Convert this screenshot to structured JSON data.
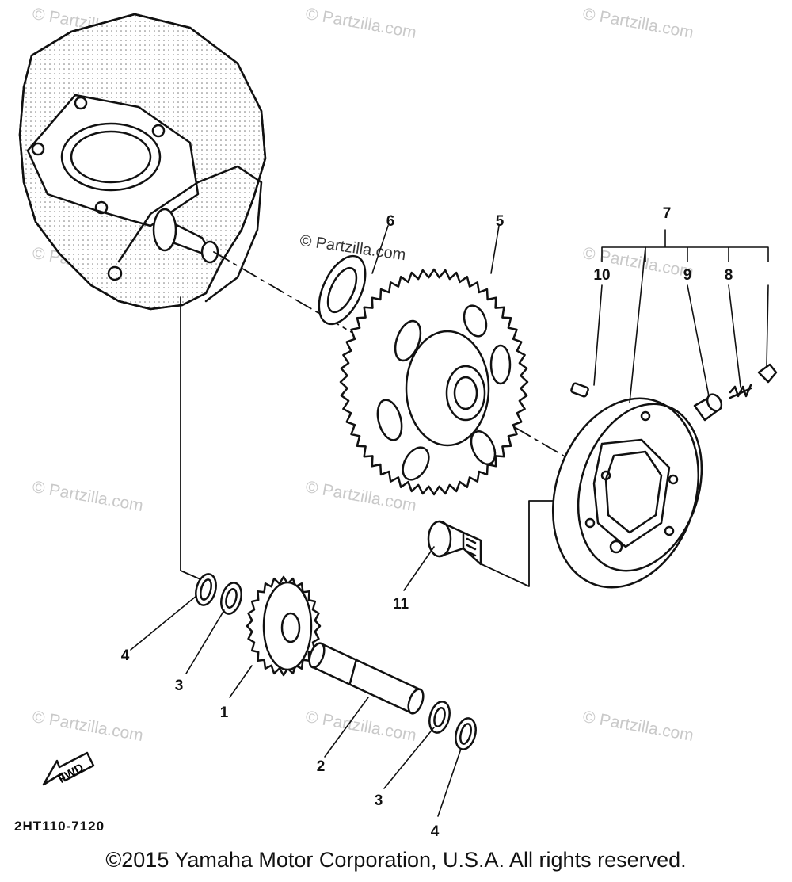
{
  "watermark": "Partzilla.com",
  "watermark_symbol": "©",
  "center_watermark": "© Partzilla.com",
  "callouts": {
    "p1": "1",
    "p2": "2",
    "p3a": "3",
    "p3b": "3",
    "p4a": "4",
    "p4b": "4",
    "p5": "5",
    "p6": "6",
    "p7": "7",
    "p8": "8",
    "p9": "9",
    "p10": "10",
    "p11": "11"
  },
  "fwd_label": "FWD",
  "diagram_code": "2HT110-7120",
  "copyright": "©2015 Yamaha Motor Corporation, U.S.A. All rights reserved.",
  "colors": {
    "ink": "#111111",
    "watermark": "#c9c9c9",
    "background": "#ffffff"
  }
}
